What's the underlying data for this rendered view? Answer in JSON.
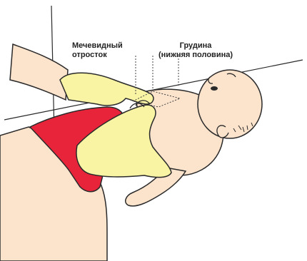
{
  "labels": {
    "xiphoid": {
      "line1": "Мечевидный",
      "line2": "отросток"
    },
    "sternum": {
      "line1": "Грудина",
      "line2": "(нижняя половина)"
    }
  },
  "colors": {
    "skin": "#fbe3cc",
    "glove": "#f8f4a4",
    "sleeve": "#e8243a",
    "outline": "#2a2a2a",
    "background": "#ffffff"
  }
}
